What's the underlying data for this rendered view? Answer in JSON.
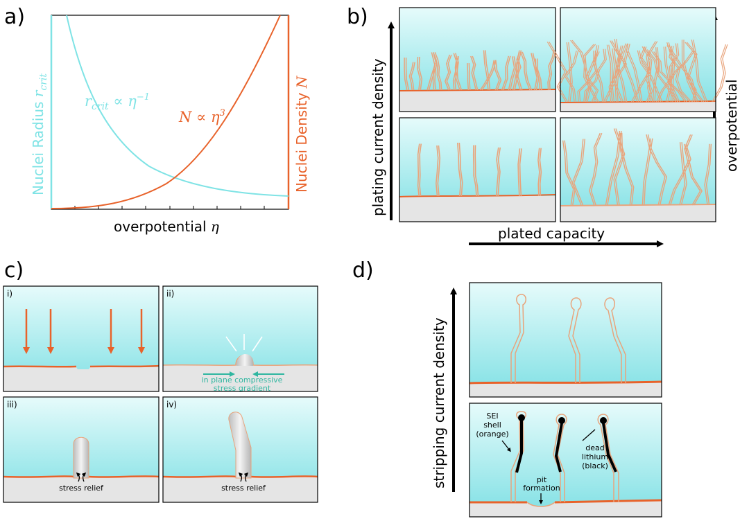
{
  "panel_a": {
    "label": "a)",
    "y_left_label_main": "Nuclei Radius ",
    "y_left_label_sym": "r",
    "y_left_label_sub": "crit",
    "y_right_label_main": "Nuclei Density ",
    "y_right_label_sym": "N",
    "x_label_main": "overpotential ",
    "x_label_sym": "η",
    "eq_radius_sym": "r",
    "eq_radius_sub": "crit",
    "eq_radius_rest": " ∝ η",
    "eq_radius_exp": "−1",
    "eq_density": "N ∝ η",
    "eq_density_exp": "3",
    "colors": {
      "radius": "#7fe3e5",
      "density": "#e8622a"
    }
  },
  "panel_b": {
    "label": "b)",
    "y_axis_label": "plating current density",
    "x_axis_label": "plated capacity",
    "right_axis_label": "overpotential"
  },
  "panel_c": {
    "label": "c)",
    "sub_i": "i)",
    "sub_ii": "ii)",
    "sub_iii": "iii)",
    "sub_iv": "iv)",
    "gradient_line1": "in plane compressive",
    "gradient_line2": "stress gradient",
    "relief_iii": "stress relief",
    "relief_iv": "stress relief"
  },
  "panel_d": {
    "label": "d)",
    "y_axis_label": "stripping current density",
    "sei_l1": "SEI",
    "sei_l2": "shell",
    "sei_l3": "(orange)",
    "pit_l1": "pit",
    "pit_l2": "formation",
    "dead_l1": "dead",
    "dead_l2": "lithium",
    "dead_l3": "(black)"
  }
}
